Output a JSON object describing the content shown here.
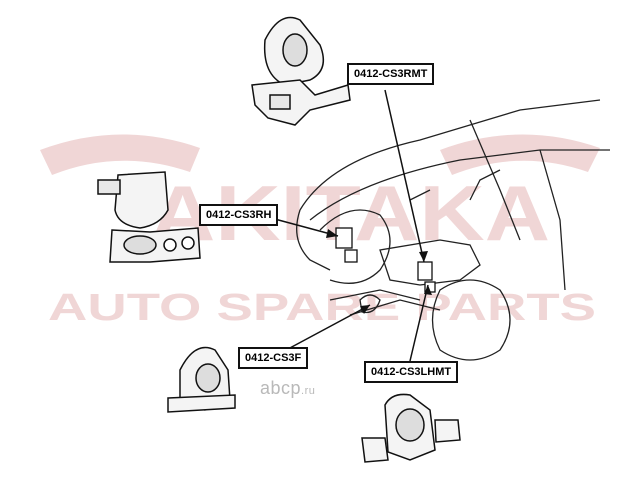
{
  "watermark": {
    "brand": "AKITAKA",
    "tagline": "AUTO SPARE PARTS",
    "site": "abcp",
    "site_suffix": ".ru"
  },
  "parts": [
    {
      "id": "rmt",
      "label": "0412-CS3RMT"
    },
    {
      "id": "rh",
      "label": "0412-CS3RH"
    },
    {
      "id": "f",
      "label": "0412-CS3F"
    },
    {
      "id": "lhmt",
      "label": "0412-CS3LHMT"
    }
  ]
}
